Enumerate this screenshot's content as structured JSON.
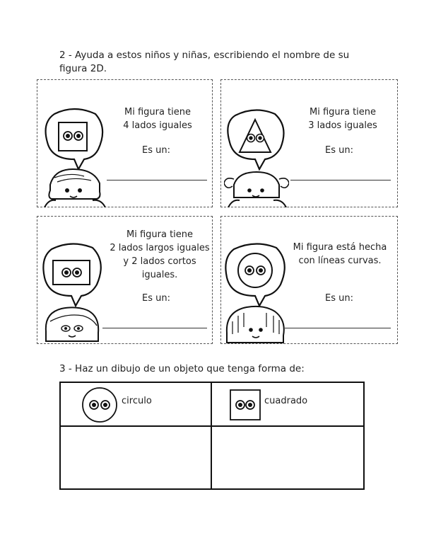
{
  "section2": {
    "prompt_line1": "2 -  Ayuda a estos niños y niñas, escribiendo el nombre de su",
    "prompt_line2": "figura 2D.",
    "cards": [
      {
        "lines": [
          "Mi figura tiene",
          "4 lados iguales"
        ],
        "answer_label": "Es un:",
        "shape_icon": "square-face-icon"
      },
      {
        "lines": [
          "Mi figura tiene",
          "3 lados iguales"
        ],
        "answer_label": "Es un:",
        "shape_icon": "triangle-face-icon"
      },
      {
        "lines": [
          "Mi figura tiene",
          "2 lados largos iguales",
          "y 2 lados cortos",
          "iguales."
        ],
        "answer_label": "Es un:",
        "shape_icon": "rectangle-face-icon"
      },
      {
        "lines": [
          "Mi figura está hecha",
          "con líneas curvas."
        ],
        "answer_label": "Es un:",
        "shape_icon": "circle-face-icon"
      }
    ]
  },
  "section3": {
    "prompt": "3 -  Haz un dibujo de un objeto que tenga forma de:",
    "columns": [
      {
        "label": "circulo",
        "icon": "circle-face-icon"
      },
      {
        "label": "cuadrado",
        "icon": "square-face-icon"
      }
    ]
  }
}
